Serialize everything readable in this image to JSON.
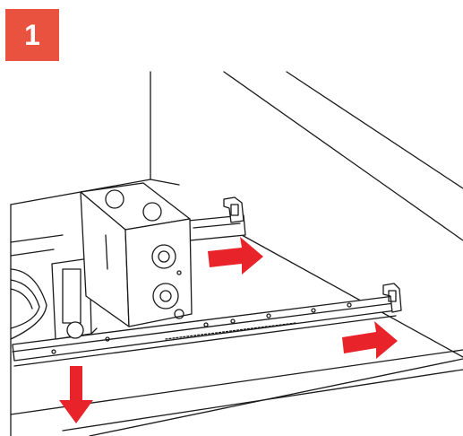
{
  "step": {
    "number": "1"
  },
  "colors": {
    "badge": "#e8523f",
    "arrow": "#e8242a",
    "line": "#1a1a1a",
    "background": "#ffffff"
  },
  "arrows": [
    {
      "name": "arrow-right-upper",
      "direction": "right"
    },
    {
      "name": "arrow-right-lower",
      "direction": "right"
    },
    {
      "name": "arrow-down",
      "direction": "down"
    }
  ]
}
